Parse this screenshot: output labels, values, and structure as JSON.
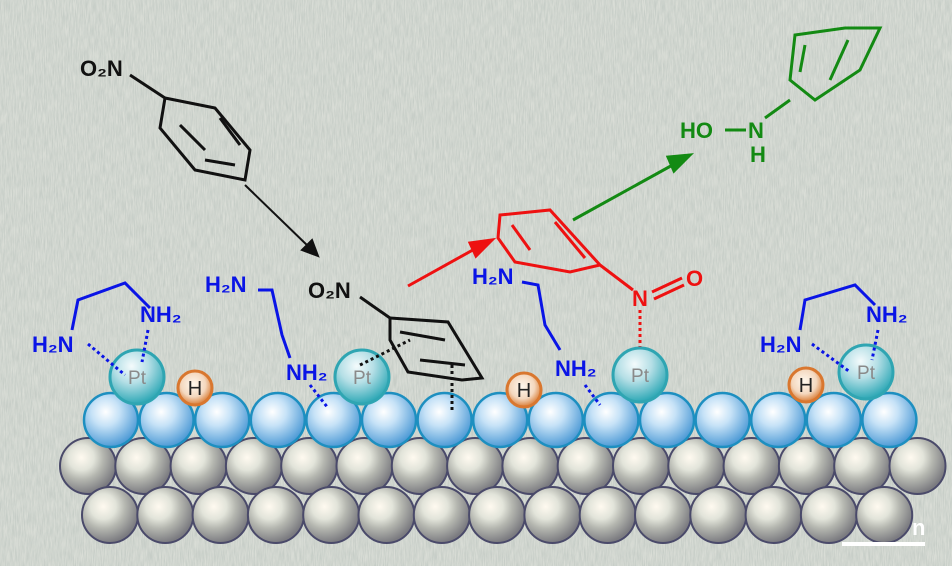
{
  "labels": {
    "nitrobenzene_top_group": "O₂N",
    "nitrobenzene_adsorbed_group": "O₂N",
    "amine_h2n": "H₂N",
    "amine_nh2": "NH₂",
    "platinum": "Pt",
    "hydrogen": "H",
    "nitroso_n": "N",
    "nitroso_o": "O",
    "product_ho": "HO",
    "product_n": "N",
    "product_h": "H",
    "scale_bar_label": "n"
  },
  "colors": {
    "amine": "#0a14e6",
    "nitroso": "#ee1111",
    "product": "#138a13",
    "nitro": "#111111",
    "platinum_sphere": "#5fc6cf",
    "hydrogen_sphere": "#e0813a",
    "support_sphere": "#7fbce6",
    "bulk_sphere": "#a9a9a9"
  }
}
